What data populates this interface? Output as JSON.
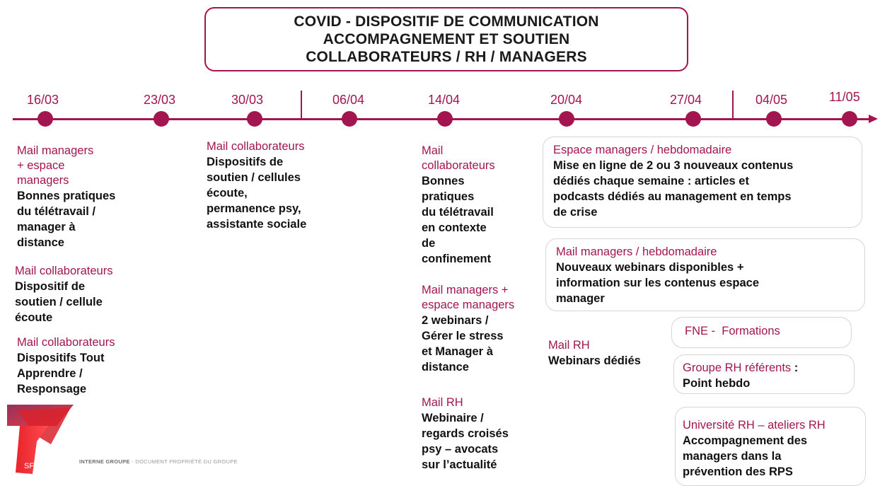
{
  "title": {
    "line1": "COVID - DISPOSITIF DE COMMUNICATION",
    "line2": "ACCOMPAGNEMENT ET SOUTIEN",
    "line3": "COLLABORATEURS / RH / MANAGERS"
  },
  "timeline": {
    "dates": [
      "16/03",
      "23/03",
      "30/03",
      "06/04",
      "14/04",
      "20/04",
      "27/04",
      "04/05",
      "11/05"
    ]
  },
  "col1": {
    "b1": {
      "label": "Mail managers\n+ espace\nmanagers",
      "body": "Bonnes pratiques\ndu télétravail /\nmanager à\ndistance"
    },
    "b2": {
      "label": "Mail collaborateurs",
      "body": "Dispositif de\nsoutien / cellule\nécoute"
    },
    "b3": {
      "label": "Mail collaborateurs",
      "body": "Dispositifs Tout\nApprendre /\nResponsage"
    }
  },
  "col2": {
    "b1": {
      "label": "Mail collaborateurs",
      "body": "Dispositifs de\nsoutien / cellules\nécoute,\npermanence psy,\nassistante sociale"
    }
  },
  "col3": {
    "b1": {
      "label": "Mail\ncollaborateurs",
      "body": "Bonnes\npratiques\ndu télétravail\nen contexte\nde\nconfinement"
    },
    "b2": {
      "label": "Mail managers +\nespace managers",
      "body": "2 webinars /\nGérer le stress\net Manager à\ndistance"
    },
    "b3": {
      "label": "Mail RH",
      "body": "Webinaire /\nregards croisés\npsy – avocats\nsur l’actualité"
    }
  },
  "col4": {
    "box1": {
      "label": "Espace managers / hebdomadaire",
      "body": "Mise en ligne de 2 ou 3 nouveaux contenus\ndédiés chaque semaine : articles et\npodcasts dédiés au management en temps\nde crise"
    },
    "box2": {
      "label": "Mail managers / hebdomadaire",
      "body": "Nouveaux webinars disponibles +\ninformation sur les contenus espace\nmanager"
    },
    "mailrh": {
      "label": "Mail RH",
      "body": "Webinars dédiés"
    },
    "box3": {
      "label": "FNE -  Formations"
    },
    "box4": {
      "label": "Groupe RH référents",
      "sep": " :",
      "body": "Point hebdo"
    },
    "box5": {
      "label": "Université RH – ateliers RH",
      "body": "Accompagnement des\nmanagers dans la\nprévention des RPS"
    }
  },
  "footer": {
    "logo_text": "SFR",
    "bold": "INTERNE GROUPE",
    "rest": " - DOCUMENT PROPRIÉTÉ DU GROUPE"
  },
  "colors": {
    "accent": "#a3154f",
    "text": "#111111"
  }
}
